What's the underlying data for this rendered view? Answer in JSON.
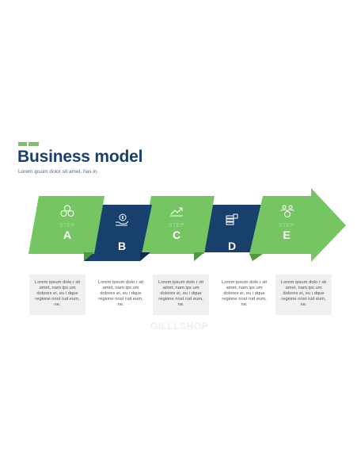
{
  "colors": {
    "green": "#75c562",
    "navy": "#17406d",
    "dark_green": "#4e9b3e",
    "dark_navy": "#0f2c50"
  },
  "header": {
    "title": "Business model",
    "subtitle": "Lorem ipsum dolor sit amet, has in."
  },
  "steps": [
    {
      "word": "STEP",
      "letter": "A",
      "icon": "coins-icon",
      "text": "Lorem ipsum dolo r sit amet, nam ips um dolores ei, eu i dque regione nost rud eum, ne."
    },
    {
      "word": "STEP",
      "letter": "B",
      "icon": "money-hand-icon",
      "text": "Lorem ipsum dolo r sit amet, nam ips um dolores ei, eu i dque regione nost rud eum, ne."
    },
    {
      "word": "STEP",
      "letter": "C",
      "icon": "chart-growth-icon",
      "text": "Lorem ipsum dolo r sit amet, nam ips um dolores ei, eu i dque regione nost rud eum, ne."
    },
    {
      "word": "STEP",
      "letter": "D",
      "icon": "money-stack-icon",
      "text": "Lorem ipsum dolo r sit amet, nam ips um dolores ei, eu i dque regione nost rud eum, ne."
    },
    {
      "word": "STEP",
      "letter": "E",
      "icon": "team-money-icon",
      "text": "Lorem ipsum dolo r sit amet, nam ips um dolores ei, eu i dque regione nost rud eum, ne."
    }
  ],
  "watermark": "GILLLSHOP"
}
